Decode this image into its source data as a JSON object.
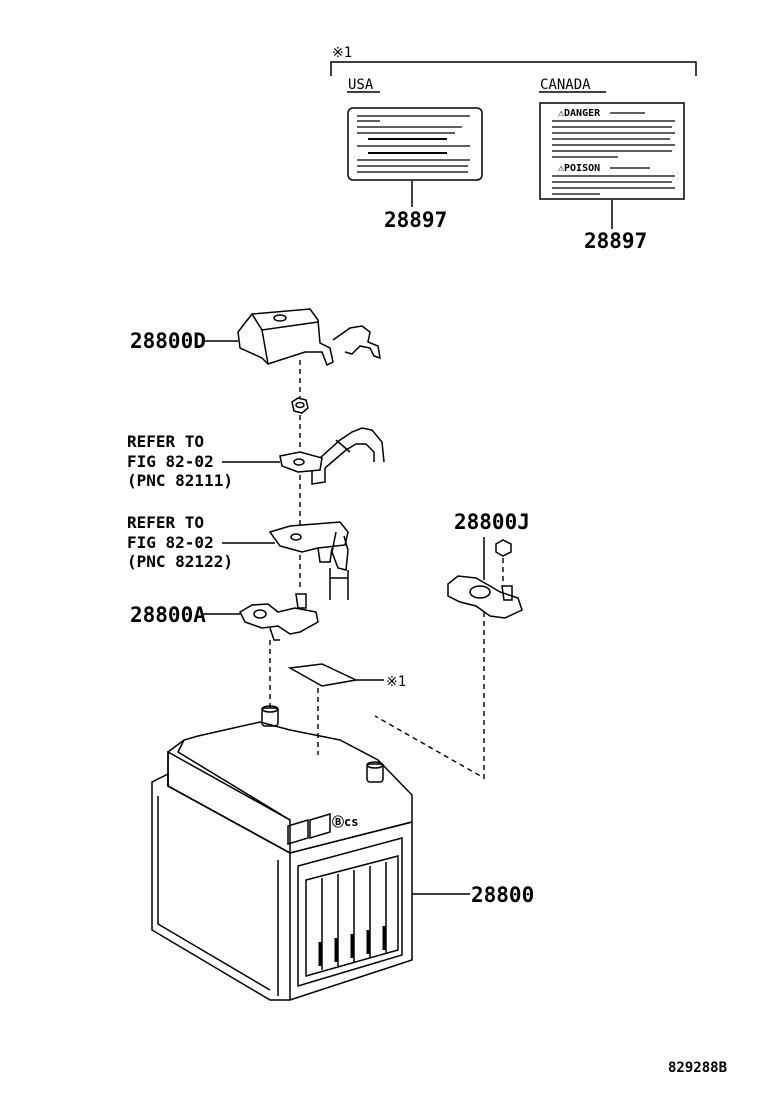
{
  "note_marker": "※1",
  "labels": {
    "usa": "USA",
    "canada": "CANADA",
    "usa_part": "28897",
    "canada_part": "28897",
    "danger": "⚠DANGER",
    "poison": "⚠POISON",
    "part_28800D": "28800D",
    "part_28800J": "28800J",
    "part_28800A": "28800A",
    "part_28800": "28800",
    "refer1_line1": "REFER TO",
    "refer1_line2": "FIG 82-02",
    "refer1_line3": "(PNC 82111)",
    "refer2_line1": "REFER TO",
    "refer2_line2": "FIG 82-02",
    "refer2_line3": "(PNC 82122)",
    "battery_mark": "Ⓑcs",
    "diagram_code": "829288B"
  },
  "icons": [
    "warning-triangle-icon"
  ]
}
